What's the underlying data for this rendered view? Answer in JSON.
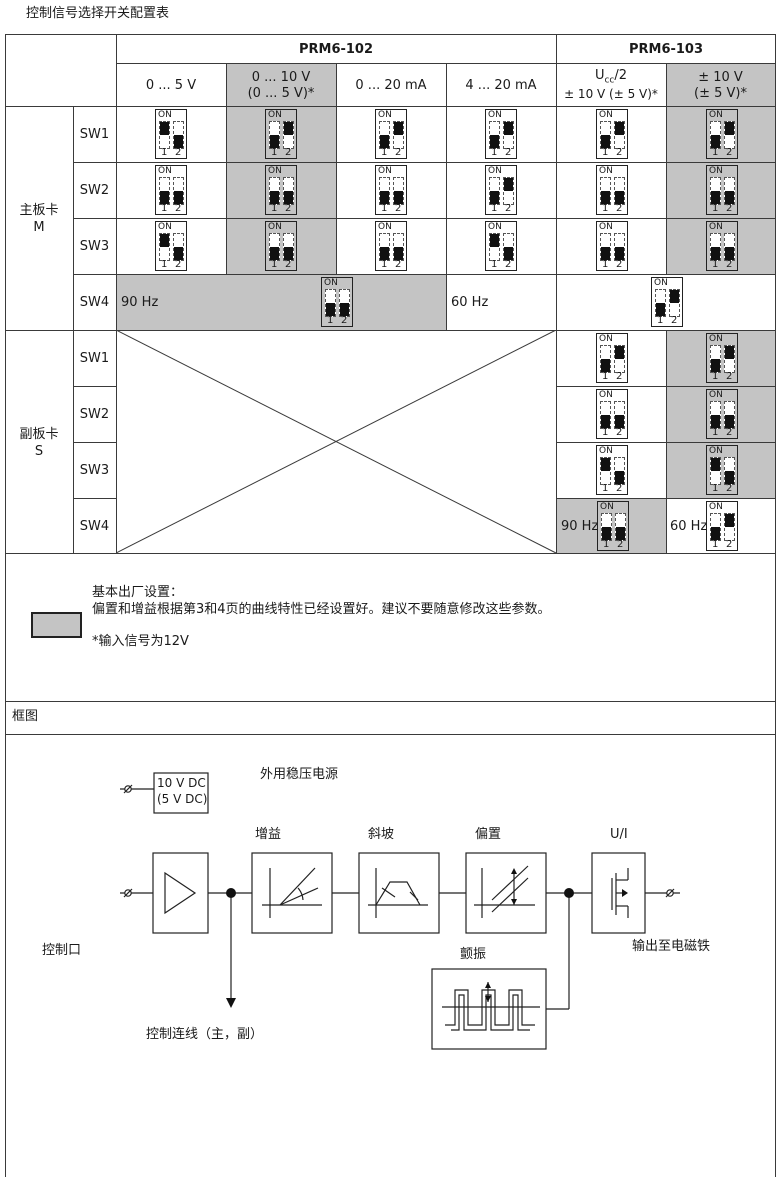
{
  "table_title": "控制信号选择开关配置表",
  "groups": {
    "prm6_102": "PRM6-102",
    "prm6_103": "PRM6-103"
  },
  "columns": {
    "c1": "0 ... 5 V",
    "c2_line1": "0 ... 10 V",
    "c2_line2": "(0 ... 5 V)*",
    "c3": "0 ... 20 mA",
    "c4": "4 ... 20 mA",
    "c5_u": "U",
    "c5_sub": "cc",
    "c5_suffix": "/2",
    "c5_line2": "± 10 V (± 5 V)*",
    "c6_line1": "± 10 V",
    "c6_line2": "(± 5 V)*"
  },
  "main_board": {
    "label_line1": "主板卡",
    "label_line2": "M"
  },
  "sub_board": {
    "label_line1": "副板卡",
    "label_line2": "S"
  },
  "rows": {
    "sw1": "SW1",
    "sw2": "SW2",
    "sw3": "SW3",
    "sw4": "SW4"
  },
  "freq": {
    "f90": "90 Hz",
    "f60": "60 Hz"
  },
  "dip_text": {
    "on": "ON",
    "n1": "1",
    "n2": "2"
  },
  "switch_settings": [
    {
      "id": "m-sw1-c1",
      "s1": "up",
      "s2": "dn",
      "shaded": false
    },
    {
      "id": "m-sw1-c2",
      "s1": "dn",
      "s2": "up",
      "shaded": true
    },
    {
      "id": "m-sw1-c3",
      "s1": "dn",
      "s2": "up",
      "shaded": false
    },
    {
      "id": "m-sw1-c4",
      "s1": "dn",
      "s2": "up",
      "shaded": false
    },
    {
      "id": "m-sw1-c5",
      "s1": "dn",
      "s2": "up",
      "shaded": false
    },
    {
      "id": "m-sw1-c6",
      "s1": "dn",
      "s2": "up",
      "shaded": true
    },
    {
      "id": "m-sw2-c1",
      "s1": "dn",
      "s2": "dn",
      "shaded": false
    },
    {
      "id": "m-sw2-c2",
      "s1": "dn",
      "s2": "dn",
      "shaded": true
    },
    {
      "id": "m-sw2-c3",
      "s1": "dn",
      "s2": "dn",
      "shaded": false
    },
    {
      "id": "m-sw2-c4",
      "s1": "dn",
      "s2": "up",
      "shaded": false
    },
    {
      "id": "m-sw2-c5",
      "s1": "dn",
      "s2": "dn",
      "shaded": false
    },
    {
      "id": "m-sw2-c6",
      "s1": "dn",
      "s2": "dn",
      "shaded": true
    },
    {
      "id": "m-sw3-c1",
      "s1": "up",
      "s2": "dn",
      "shaded": false
    },
    {
      "id": "m-sw3-c2",
      "s1": "dn",
      "s2": "dn",
      "shaded": true
    },
    {
      "id": "m-sw3-c3",
      "s1": "dn",
      "s2": "dn",
      "shaded": false
    },
    {
      "id": "m-sw3-c4",
      "s1": "up",
      "s2": "dn",
      "shaded": false
    },
    {
      "id": "m-sw3-c5",
      "s1": "dn",
      "s2": "dn",
      "shaded": false
    },
    {
      "id": "m-sw3-c6",
      "s1": "dn",
      "s2": "dn",
      "shaded": true
    },
    {
      "id": "m-sw4-90",
      "s1": "dn",
      "s2": "dn",
      "shaded": true
    },
    {
      "id": "m-sw4-60",
      "s1": "dn",
      "s2": "up",
      "shaded": false
    },
    {
      "id": "s-sw1-c5",
      "s1": "dn",
      "s2": "up",
      "shaded": false
    },
    {
      "id": "s-sw1-c6",
      "s1": "dn",
      "s2": "up",
      "shaded": true
    },
    {
      "id": "s-sw2-c5",
      "s1": "dn",
      "s2": "dn",
      "shaded": false
    },
    {
      "id": "s-sw2-c6",
      "s1": "dn",
      "s2": "dn",
      "shaded": true
    },
    {
      "id": "s-sw3-c5",
      "s1": "up",
      "s2": "dn",
      "shaded": false
    },
    {
      "id": "s-sw3-c6",
      "s1": "up",
      "s2": "dn",
      "shaded": true
    },
    {
      "id": "s-sw4-90",
      "s1": "dn",
      "s2": "dn",
      "shaded": true
    },
    {
      "id": "s-sw4-60",
      "s1": "dn",
      "s2": "up",
      "shaded": false
    }
  ],
  "legend": {
    "line1": "基本出厂设置：",
    "line2": "偏置和增益根据第3和4页的曲线特性已经设置好。建议不要随意修改这些参数。",
    "note": "*输入信号为12V"
  },
  "block_title": "框图",
  "diagram": {
    "psu_line1": "10 V DC",
    "psu_line2": "(5 V DC)",
    "psu_label": "外用稳压电源",
    "gain": "增益",
    "ramp": "斜坡",
    "offset": "偏置",
    "ui": "U/I",
    "dither": "颤振",
    "control_port": "控制口",
    "output": "输出至电磁铁",
    "link": "控制连线（主，副）"
  },
  "colors": {
    "shade": "#c4c4c4",
    "line": "#3a3a3a"
  }
}
